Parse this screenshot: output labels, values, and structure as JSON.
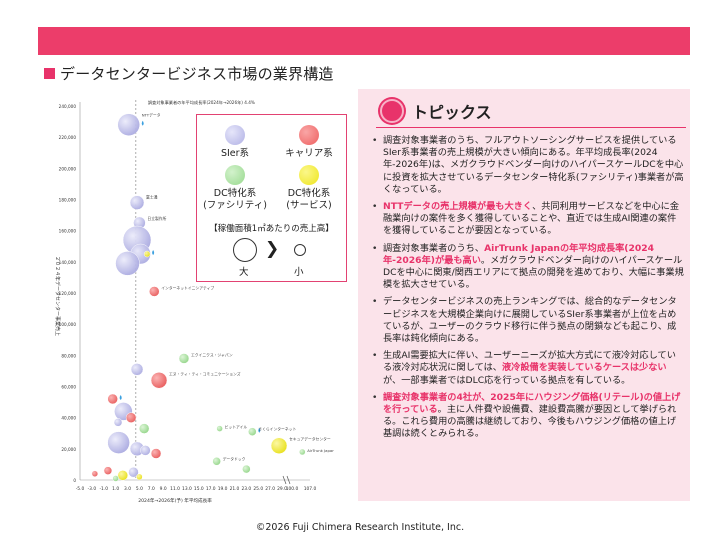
{
  "page": {
    "title": "データセンタービジネス市場の業界構造",
    "copyright": "©2026 Fuji Chimera Research Institute, Inc."
  },
  "chart_data": {
    "type": "scatter",
    "title": "",
    "ylabel": "２０２４年データセンター事業売上",
    "xlabel": "2024年→2026年(予) 年平均成長率",
    "ref_label": "調査対象事業者の年平均成長率(2024年→2026年) 4.4%",
    "ref_x": 4.4,
    "y_ticks": [
      "240,000",
      "220,000",
      "200,000",
      "180,000",
      "160,000",
      "140,000",
      "120,000",
      "100,000",
      "80,000",
      "60,000",
      "40,000",
      "20,000",
      "0"
    ],
    "x_ticks": [
      "-5.0",
      "-3.0",
      "-1.0",
      "1.0",
      "3.0",
      "5.0",
      "7.0",
      "9.0",
      "11.0",
      "13.0",
      "15.0",
      "17.0",
      "19.0",
      "21.0",
      "23.0",
      "25.0",
      "27.0",
      "29.0",
      "100.0",
      "107.0"
    ],
    "ylim": [
      0,
      240000
    ],
    "series_colors": {
      "SIer": "#b9b9e8",
      "carrier": "#f06e6e",
      "dc_facility": "#a8e0a0",
      "dc_service": "#f2ee2a"
    },
    "points": [
      {
        "label": "NTTデータ",
        "x": 3.2,
        "y": 228000,
        "type": "SIer",
        "size": 11,
        "drop": true
      },
      {
        "label": "富士通",
        "x": 4.6,
        "y": 178000,
        "type": "SIer",
        "size": 7
      },
      {
        "label": "日立製作所",
        "x": 5.0,
        "y": 165000,
        "type": "SIer",
        "size": 6
      },
      {
        "label": "",
        "x": 4.6,
        "y": 154000,
        "type": "SIer",
        "size": 14
      },
      {
        "label": "",
        "x": 5.2,
        "y": 145000,
        "type": "SIer",
        "size": 10
      },
      {
        "label": "",
        "x": 3.0,
        "y": 139000,
        "type": "SIer",
        "size": 12
      },
      {
        "label": "",
        "x": 6.3,
        "y": 145000,
        "type": "dc_service",
        "size": 3,
        "drop": true
      },
      {
        "label": "インターネットイニシアティブ",
        "x": 7.5,
        "y": 121000,
        "type": "carrier",
        "size": 5
      },
      {
        "label": "エクイニクス・ジャパン",
        "x": 12.5,
        "y": 78000,
        "type": "dc_facility",
        "size": 5
      },
      {
        "label": "",
        "x": 4.6,
        "y": 71000,
        "type": "SIer",
        "size": 6
      },
      {
        "label": "エヌ・ティ・ティ・コミュニケーションズ",
        "x": 8.3,
        "y": 64000,
        "type": "carrier",
        "size": 8
      },
      {
        "label": "",
        "x": 0.5,
        "y": 52000,
        "type": "carrier",
        "size": 5,
        "drop": true
      },
      {
        "label": "",
        "x": 2.3,
        "y": 44000,
        "type": "SIer",
        "size": 9
      },
      {
        "label": "",
        "x": 3.6,
        "y": 40000,
        "type": "carrier",
        "size": 5
      },
      {
        "label": "",
        "x": 1.4,
        "y": 37000,
        "type": "SIer",
        "size": 4
      },
      {
        "label": "",
        "x": 5.8,
        "y": 33000,
        "type": "dc_facility",
        "size": 5
      },
      {
        "label": "ビットアイル",
        "x": 18.5,
        "y": 33000,
        "type": "dc_facility",
        "size": 3
      },
      {
        "label": "さくらインターネット",
        "x": 24.0,
        "y": 31000,
        "type": "dc_facility",
        "size": 4,
        "drop": true
      },
      {
        "label": "",
        "x": 1.5,
        "y": 24000,
        "type": "SIer",
        "size": 11
      },
      {
        "label": "",
        "x": 4.6,
        "y": 20000,
        "type": "SIer",
        "size": 7
      },
      {
        "label": "",
        "x": 6.0,
        "y": 19000,
        "type": "SIer",
        "size": 5
      },
      {
        "label": "",
        "x": 7.8,
        "y": 17000,
        "type": "carrier",
        "size": 5
      },
      {
        "label": "セキュアデータセンター",
        "x": 28.5,
        "y": 22000,
        "type": "dc_service",
        "size": 8
      },
      {
        "label": "データドック",
        "x": 18.0,
        "y": 12000,
        "type": "dc_facility",
        "size": 4
      },
      {
        "label": "",
        "x": 23.0,
        "y": 7000,
        "type": "dc_facility",
        "size": 4
      },
      {
        "label": "AirTrunk Japan",
        "x": 104.0,
        "y": 18000,
        "type": "dc_facility",
        "size": 3
      },
      {
        "label": "",
        "x": -2.5,
        "y": 4000,
        "type": "carrier",
        "size": 3
      },
      {
        "label": "",
        "x": -0.3,
        "y": 6000,
        "type": "carrier",
        "size": 4
      },
      {
        "label": "",
        "x": 2.2,
        "y": 3000,
        "type": "dc_service",
        "size": 5
      },
      {
        "label": "",
        "x": 4.0,
        "y": 5000,
        "type": "SIer",
        "size": 5
      },
      {
        "label": "",
        "x": 5.0,
        "y": 2000,
        "type": "dc_service",
        "size": 3
      },
      {
        "label": "",
        "x": 1.0,
        "y": 1000,
        "type": "dc_facility",
        "size": 3
      }
    ]
  },
  "legend": {
    "sier": "SIer系",
    "carrier": "キャリア系",
    "dc_facility": [
      "DC特化系",
      "(ファシリティ)"
    ],
    "dc_service": [
      "DC特化系",
      "(サービス)"
    ],
    "size_title": "【稼働面積1㎡あたりの売上高】",
    "size_big": "大",
    "size_small": "小"
  },
  "topics": {
    "heading": "トピックス",
    "bullets": [
      {
        "pre": "調査対象事業者のうち、フルアウトソーシングサービスを提供しているSIer系事業者の売上規模が大きい傾向にある。年平均成長率(2024年-2026年)は、メガクラウドベンダー向けのハイパースケールDCを中心に投資を拡大させているデータセンター特化系(ファシリティ)事業者が高くなっている。",
        "red": "",
        "post": ""
      },
      {
        "pre": "",
        "red": "NTTデータの売上規模が最も大きく",
        "post": "、共同利用サービスなどを中心に金融業向けの案件を多く獲得していることや、直近では生成AI関連の案件を獲得していることが要因となっている。"
      },
      {
        "pre": "調査対象事業者のうち、",
        "red": "AirTrunk Japanの年平均成長率(2024年-2026年)が最も高い",
        "post": "。メガクラウドベンダー向けのハイパースケールDCを中心に関東/関西エリアにて拠点の開発を進めており、大幅に事業規模を拡大させている。"
      },
      {
        "pre": "データセンタービジネスの売上ランキングでは、総合的なデータセンタービジネスを大規模企業向けに展開しているSIer系事業者が上位を占めているが、ユーザーのクラウド移行に伴う拠点の閉鎖なども起こり、成長率は鈍化傾向にある。",
        "red": "",
        "post": ""
      },
      {
        "pre": "生成AI需要拡大に伴い、ユーザーニーズが拡大方式にて液冷対応している液冷対応状況に関しては、",
        "red": "液冷設備を実装しているケースは少ない",
        "post": "が、一部事業者ではDLC応を行っている拠点を有している。"
      },
      {
        "pre": "",
        "red": "調査対象事業者の4社が、2025年にハウジング価格(リテール)の値上げを行っている",
        "post": "。主に人件費や設備費、建設費高騰が要因として挙げられる。これら費用の高騰は継続しており、今後もハウジング価格の値上げ基調は続くとみられる。"
      }
    ]
  }
}
